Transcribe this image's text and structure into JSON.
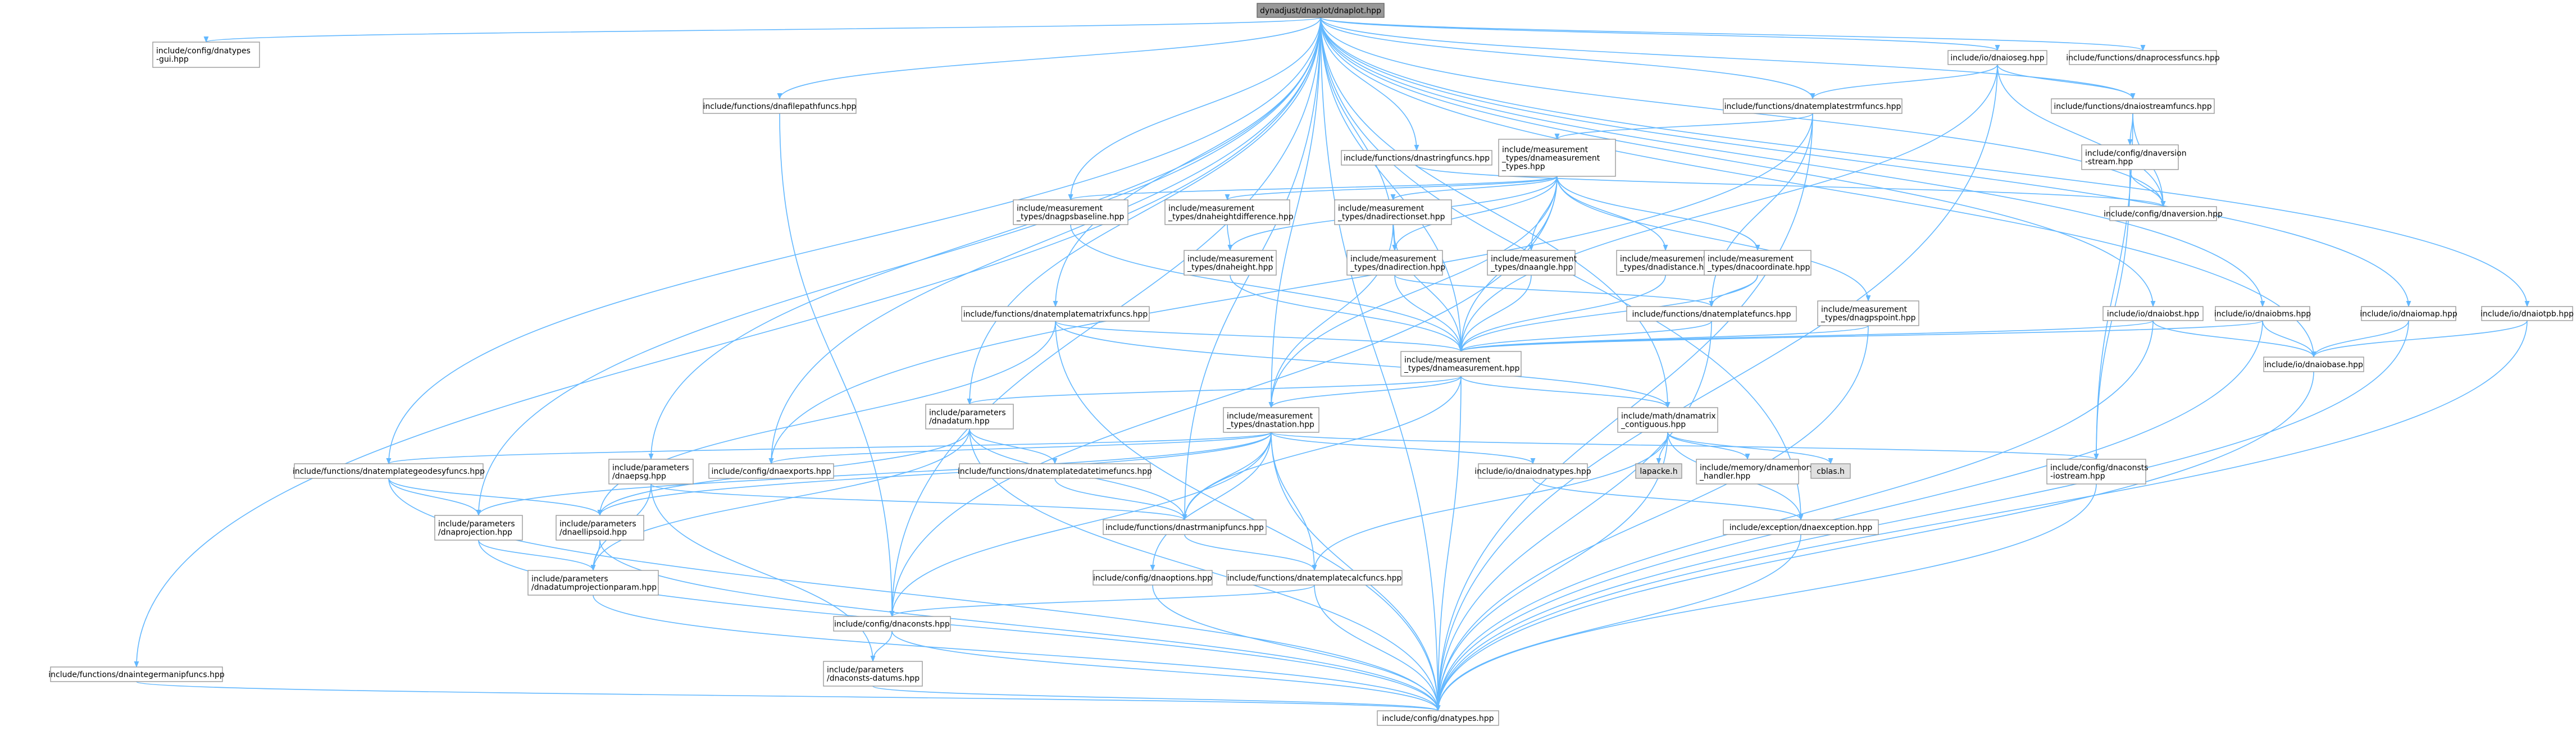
{
  "diagram": {
    "nodes": [
      {
        "id": "root",
        "label": "dynadjust/dnaplot/dnaplot.hpp",
        "style": "root"
      },
      {
        "id": "cfg_gui",
        "label": "include/config/dnatypes\n-gui.hpp"
      },
      {
        "id": "f_filepath",
        "label": "include/functions/dnafilepathfuncs.hpp"
      },
      {
        "id": "f_str",
        "label": "include/functions/dnastringfuncs.hpp"
      },
      {
        "id": "io_seg",
        "label": "include/io/dnaioseg.hpp"
      },
      {
        "id": "f_proc",
        "label": "include/functions/dnaprocessfuncs.hpp"
      },
      {
        "id": "f_tmpl_str",
        "label": "include/functions/dnatemplatestrmfuncs.hpp"
      },
      {
        "id": "f_stream",
        "label": "include/functions/dnaiostreamfuncs.hpp"
      },
      {
        "id": "m_types",
        "label": "include/measurement\n_types/dnameasurement\n_types.hpp"
      },
      {
        "id": "cfg_verstream",
        "label": "include/config/dnaversion\n-stream.hpp"
      },
      {
        "id": "m_gps",
        "label": "include/measurement\n_types/dnagpsbaseline.hpp"
      },
      {
        "id": "m_hdiff",
        "label": "include/measurement\n_types/dnaheightdifference.hpp"
      },
      {
        "id": "m_dirset",
        "label": "include/measurement\n_types/dnadirectionset.hpp"
      },
      {
        "id": "cfg_ver",
        "label": "include/config/dnaversion.hpp"
      },
      {
        "id": "m_height",
        "label": "include/measurement\n_types/dnaheight.hpp"
      },
      {
        "id": "m_dir",
        "label": "include/measurement\n_types/dnadirection.hpp"
      },
      {
        "id": "m_angle",
        "label": "include/measurement\n_types/dnaangle.hpp"
      },
      {
        "id": "m_dist",
        "label": "include/measurement\n_types/dnadistance.hpp"
      },
      {
        "id": "m_coord",
        "label": "include/measurement\n_types/dnacoordinate.hpp"
      },
      {
        "id": "f_tmpl_matrix",
        "label": "include/functions/dnatemplatematrixfuncs.hpp"
      },
      {
        "id": "f_tmpl",
        "label": "include/functions/dnatemplatefuncs.hpp"
      },
      {
        "id": "m_gpspoint",
        "label": "include/measurement\n_types/dnagpspoint.hpp"
      },
      {
        "id": "io_bst",
        "label": "include/io/dnaiobst.hpp"
      },
      {
        "id": "io_bms",
        "label": "include/io/dnaiobms.hpp"
      },
      {
        "id": "io_map",
        "label": "include/io/dnaiomap.hpp"
      },
      {
        "id": "io_tpb",
        "label": "include/io/dnaiotpb.hpp"
      },
      {
        "id": "m_meas",
        "label": "include/measurement\n_types/dnameasurement.hpp"
      },
      {
        "id": "io_base",
        "label": "include/io/dnaiobase.hpp"
      },
      {
        "id": "p_datum",
        "label": "include/parameters\n/dnadatum.hpp"
      },
      {
        "id": "m_station",
        "label": "include/measurement\n_types/dnastation.hpp"
      },
      {
        "id": "math_matrix",
        "label": "include/math/dnamatrix\n_contiguous.hpp"
      },
      {
        "id": "f_geodesy",
        "label": "include/functions/dnatemplategeodesyfuncs.hpp"
      },
      {
        "id": "p_epsg",
        "label": "include/parameters\n/dnaepsg.hpp"
      },
      {
        "id": "cfg_exports",
        "label": "include/config/dnaexports.hpp"
      },
      {
        "id": "f_datetime",
        "label": "include/functions/dnatemplatedatetimefuncs.hpp"
      },
      {
        "id": "io_odnatypes",
        "label": "include/io/dnaiodnatypes.hpp"
      },
      {
        "id": "lapacke",
        "label": "lapacke.h",
        "style": "ext"
      },
      {
        "id": "mem_handler",
        "label": "include/memory/dnamemory\n_handler.hpp"
      },
      {
        "id": "cblas",
        "label": "cblas.h",
        "style": "ext"
      },
      {
        "id": "cfg_consts_io",
        "label": "include/config/dnaconsts\n-iostream.hpp"
      },
      {
        "id": "p_proj",
        "label": "include/parameters\n/dnaprojection.hpp"
      },
      {
        "id": "p_ellipsoid",
        "label": "include/parameters\n/dnaellipsoid.hpp"
      },
      {
        "id": "f_strmanip",
        "label": "include/functions/dnastrmanipfuncs.hpp"
      },
      {
        "id": "exc",
        "label": "include/exception/dnaexception.hpp"
      },
      {
        "id": "cfg_options",
        "label": "include/config/dnaoptions.hpp"
      },
      {
        "id": "f_tmplcalc",
        "label": "include/functions/dnatemplatecalcfuncs.hpp"
      },
      {
        "id": "p_datumproj",
        "label": "include/parameters\n/dnadatumprojectionparam.hpp"
      },
      {
        "id": "f_intmanip",
        "label": "include/functions/dnaintegermanipfuncs.hpp"
      },
      {
        "id": "cfg_consts",
        "label": "include/config/dnaconsts.hpp"
      },
      {
        "id": "p_consts_datums",
        "label": "include/parameters\n/dnaconsts-datums.hpp"
      },
      {
        "id": "cfg_types",
        "label": "include/config/dnatypes.hpp"
      }
    ],
    "edges": [
      [
        "root",
        "cfg_gui"
      ],
      [
        "root",
        "f_filepath"
      ],
      [
        "root",
        "f_str"
      ],
      [
        "root",
        "io_seg"
      ],
      [
        "root",
        "f_proc"
      ],
      [
        "root",
        "f_tmpl_str"
      ],
      [
        "root",
        "f_stream"
      ],
      [
        "root",
        "cfg_ver"
      ],
      [
        "root",
        "m_gps"
      ],
      [
        "root",
        "m_dir"
      ],
      [
        "root",
        "f_tmpl_matrix"
      ],
      [
        "root",
        "io_bst"
      ],
      [
        "root",
        "io_bms"
      ],
      [
        "root",
        "io_map"
      ],
      [
        "root",
        "io_tpb"
      ],
      [
        "root",
        "io_base"
      ],
      [
        "root",
        "p_datum"
      ],
      [
        "root",
        "m_station"
      ],
      [
        "root",
        "math_matrix"
      ],
      [
        "root",
        "f_geodesy"
      ],
      [
        "root",
        "p_epsg"
      ],
      [
        "root",
        "cfg_exports"
      ],
      [
        "root",
        "p_proj"
      ],
      [
        "root",
        "exc"
      ],
      [
        "root",
        "f_intmanip"
      ],
      [
        "root",
        "cfg_consts"
      ],
      [
        "root",
        "cfg_types"
      ],
      [
        "root",
        "m_meas"
      ],
      [
        "root",
        "f_strmanip"
      ],
      [
        "f_filepath",
        "cfg_consts"
      ],
      [
        "f_str",
        "cfg_ver"
      ],
      [
        "io_seg",
        "f_tmpl_str"
      ],
      [
        "io_seg",
        "f_stream"
      ],
      [
        "io_seg",
        "m_meas"
      ],
      [
        "io_seg",
        "cfg_types"
      ],
      [
        "io_seg",
        "cfg_ver"
      ],
      [
        "f_tmpl_str",
        "m_types"
      ],
      [
        "f_tmpl_str",
        "f_tmpl"
      ],
      [
        "f_tmpl_str",
        "cfg_types"
      ],
      [
        "f_tmpl_str",
        "cfg_exports"
      ],
      [
        "f_stream",
        "cfg_verstream"
      ],
      [
        "f_stream",
        "cfg_ver"
      ],
      [
        "f_stream",
        "cfg_consts_io"
      ],
      [
        "cfg_verstream",
        "cfg_ver"
      ],
      [
        "cfg_verstream",
        "cfg_consts_io"
      ],
      [
        "m_types",
        "m_gps"
      ],
      [
        "m_types",
        "m_hdiff"
      ],
      [
        "m_types",
        "m_dirset"
      ],
      [
        "m_types",
        "m_height"
      ],
      [
        "m_types",
        "m_dir"
      ],
      [
        "m_types",
        "m_angle"
      ],
      [
        "m_types",
        "m_dist"
      ],
      [
        "m_types",
        "m_coord"
      ],
      [
        "m_types",
        "m_gpspoint"
      ],
      [
        "m_types",
        "m_meas"
      ],
      [
        "m_types",
        "m_station"
      ],
      [
        "m_types",
        "cfg_consts"
      ],
      [
        "m_gps",
        "m_meas"
      ],
      [
        "m_hdiff",
        "m_height"
      ],
      [
        "m_height",
        "m_meas"
      ],
      [
        "m_dirset",
        "m_dir"
      ],
      [
        "m_dirset",
        "m_meas"
      ],
      [
        "m_dirset",
        "m_station"
      ],
      [
        "m_dir",
        "m_meas"
      ],
      [
        "m_dir",
        "f_tmpl"
      ],
      [
        "m_angle",
        "m_meas"
      ],
      [
        "m_dist",
        "m_meas"
      ],
      [
        "m_coord",
        "m_meas"
      ],
      [
        "m_coord",
        "f_tmpl"
      ],
      [
        "m_gpspoint",
        "m_meas"
      ],
      [
        "m_gpspoint",
        "cfg_types"
      ],
      [
        "f_tmpl_matrix",
        "m_meas"
      ],
      [
        "f_tmpl_matrix",
        "math_matrix"
      ],
      [
        "f_tmpl_matrix",
        "cfg_types"
      ],
      [
        "f_tmpl_matrix",
        "p_ellipsoid"
      ],
      [
        "f_tmpl",
        "m_meas"
      ],
      [
        "f_tmpl",
        "cfg_types"
      ],
      [
        "io_bst",
        "io_base"
      ],
      [
        "io_bst",
        "m_meas"
      ],
      [
        "io_bst",
        "cfg_types"
      ],
      [
        "io_bms",
        "io_base"
      ],
      [
        "io_bms",
        "m_meas"
      ],
      [
        "io_bms",
        "cfg_types"
      ],
      [
        "io_map",
        "io_base"
      ],
      [
        "io_map",
        "cfg_types"
      ],
      [
        "io_tpb",
        "io_base"
      ],
      [
        "io_tpb",
        "cfg_types"
      ],
      [
        "io_base",
        "cfg_types"
      ],
      [
        "m_meas",
        "p_datum"
      ],
      [
        "m_meas",
        "m_station"
      ],
      [
        "m_meas",
        "math_matrix"
      ],
      [
        "m_meas",
        "cfg_types"
      ],
      [
        "m_meas",
        "f_strmanip"
      ],
      [
        "p_datum",
        "p_ellipsoid"
      ],
      [
        "p_datum",
        "p_datumproj"
      ],
      [
        "p_datum",
        "f_datetime"
      ],
      [
        "p_datum",
        "f_strmanip"
      ],
      [
        "p_datum",
        "cfg_types"
      ],
      [
        "m_station",
        "f_geodesy"
      ],
      [
        "m_station",
        "p_proj"
      ],
      [
        "m_station",
        "p_ellipsoid"
      ],
      [
        "m_station",
        "f_strmanip"
      ],
      [
        "m_station",
        "f_tmplcalc"
      ],
      [
        "m_station",
        "io_odnatypes"
      ],
      [
        "m_station",
        "cfg_exports"
      ],
      [
        "m_station",
        "cfg_consts"
      ],
      [
        "m_station",
        "cfg_options"
      ],
      [
        "m_station",
        "cfg_consts_io"
      ],
      [
        "m_station",
        "cfg_types"
      ],
      [
        "math_matrix",
        "lapacke"
      ],
      [
        "math_matrix",
        "mem_handler"
      ],
      [
        "math_matrix",
        "cblas"
      ],
      [
        "math_matrix",
        "exc"
      ],
      [
        "math_matrix",
        "cfg_types"
      ],
      [
        "math_matrix",
        "f_tmplcalc"
      ],
      [
        "f_geodesy",
        "p_proj"
      ],
      [
        "f_geodesy",
        "p_ellipsoid"
      ],
      [
        "f_geodesy",
        "cfg_types"
      ],
      [
        "p_epsg",
        "f_strmanip"
      ],
      [
        "p_epsg",
        "p_consts_datums"
      ],
      [
        "p_epsg",
        "p_datumproj"
      ],
      [
        "f_datetime",
        "f_strmanip"
      ],
      [
        "io_odnatypes",
        "exc"
      ],
      [
        "cfg_consts_io",
        "cfg_types"
      ],
      [
        "p_proj",
        "p_datumproj"
      ],
      [
        "p_proj",
        "cfg_types"
      ],
      [
        "p_ellipsoid",
        "p_datumproj"
      ],
      [
        "p_ellipsoid",
        "cfg_types"
      ],
      [
        "f_strmanip",
        "f_tmplcalc"
      ],
      [
        "exc",
        "cfg_types"
      ],
      [
        "cfg_options",
        "cfg_types"
      ],
      [
        "f_tmplcalc",
        "cfg_consts"
      ],
      [
        "f_tmplcalc",
        "cfg_types"
      ],
      [
        "p_datumproj",
        "cfg_types"
      ],
      [
        "f_intmanip",
        "cfg_types"
      ],
      [
        "cfg_consts",
        "cfg_types"
      ],
      [
        "cfg_consts",
        "p_consts_datums"
      ],
      [
        "p_consts_datums",
        "cfg_types"
      ]
    ]
  }
}
